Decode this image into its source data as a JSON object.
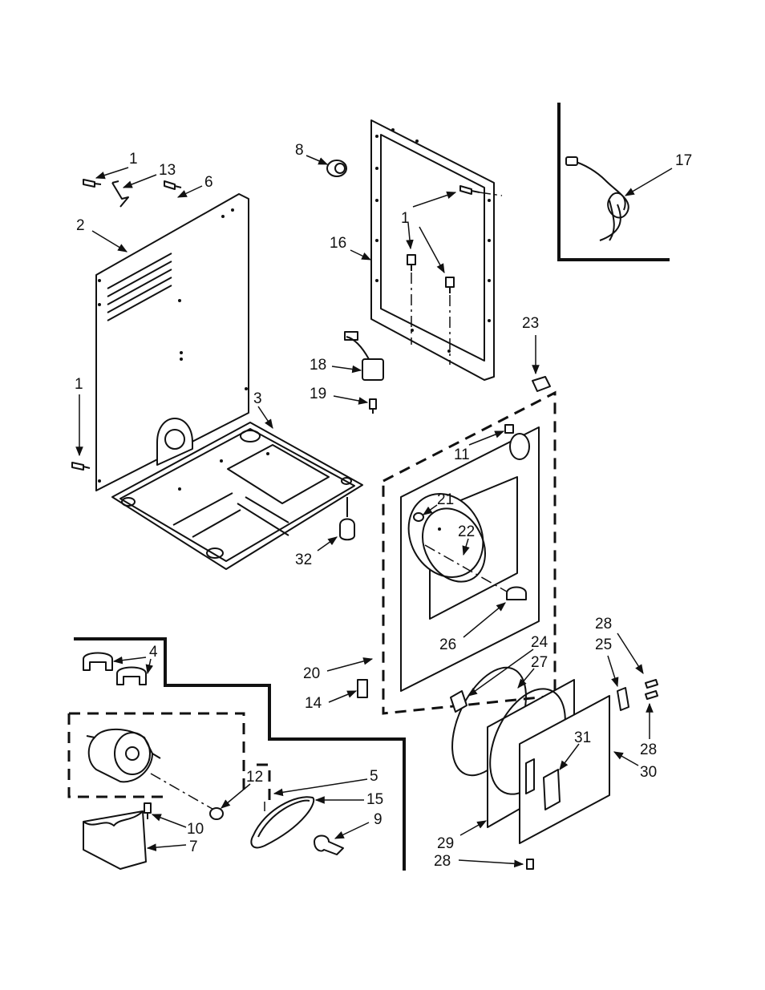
{
  "callouts": [
    {
      "id": "1a",
      "text": "1"
    },
    {
      "id": "13",
      "text": "13"
    },
    {
      "id": "6",
      "text": "6"
    },
    {
      "id": "2",
      "text": "2"
    },
    {
      "id": "1b",
      "text": "1"
    },
    {
      "id": "3",
      "text": "3"
    },
    {
      "id": "8",
      "text": "8"
    },
    {
      "id": "1c",
      "text": "1"
    },
    {
      "id": "16",
      "text": "16"
    },
    {
      "id": "17",
      "text": "17"
    },
    {
      "id": "18",
      "text": "18"
    },
    {
      "id": "19",
      "text": "19"
    },
    {
      "id": "23",
      "text": "23"
    },
    {
      "id": "11",
      "text": "11"
    },
    {
      "id": "21",
      "text": "21"
    },
    {
      "id": "22",
      "text": "22"
    },
    {
      "id": "32",
      "text": "32"
    },
    {
      "id": "26",
      "text": "26"
    },
    {
      "id": "20",
      "text": "20"
    },
    {
      "id": "14",
      "text": "14"
    },
    {
      "id": "24",
      "text": "24"
    },
    {
      "id": "27",
      "text": "27"
    },
    {
      "id": "28a",
      "text": "28"
    },
    {
      "id": "25",
      "text": "25"
    },
    {
      "id": "28b",
      "text": "28"
    },
    {
      "id": "30",
      "text": "30"
    },
    {
      "id": "31",
      "text": "31"
    },
    {
      "id": "29",
      "text": "29"
    },
    {
      "id": "28c",
      "text": "28"
    },
    {
      "id": "4",
      "text": "4"
    },
    {
      "id": "12",
      "text": "12"
    },
    {
      "id": "5",
      "text": "5"
    },
    {
      "id": "15",
      "text": "15"
    },
    {
      "id": "9",
      "text": "9"
    },
    {
      "id": "10",
      "text": "10"
    },
    {
      "id": "7",
      "text": "7"
    }
  ]
}
